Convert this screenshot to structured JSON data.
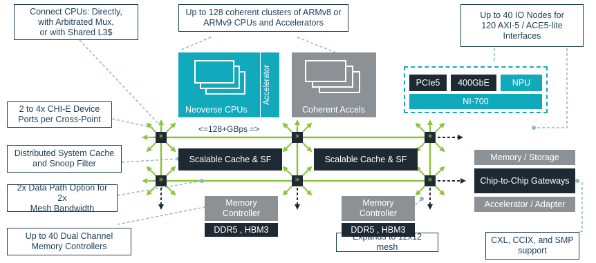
{
  "callouts": {
    "connect_cpus": "Connect CPUs: Directly,\nwith Arbitrated Mux,\nor with Shared L3$",
    "clusters": "Up to 128 coherent clusters of ARMv8 or\nARMv9 CPUs and Accelerators",
    "io_nodes": "Up to 40 IO Nodes for\n120 AXI-5 / ACE5-lite\nInterfaces",
    "chi_ports": "2 to 4x CHI-E Device\nPorts per Cross-Point",
    "system_cache": "Distributed System Cache\nand Snoop Filter",
    "data_path": "2x Data Path Option for 2x\nMesh Bandwidth",
    "memory_controllers": "Up to 40 Dual Channel\nMemory Controllers",
    "expands": "Expands to 12x12 mesh",
    "cxl": "CXL, CCIX, and SMP\nsupport"
  },
  "blocks": {
    "neoverse": "Neoverse CPUs",
    "accelerator": "Accelerator",
    "coherent_accels": "Coherent Accels",
    "pcie": "PCIe5",
    "gbe": "400GbE",
    "npu": "NPU",
    "ni": "NI-700",
    "cache_left": "Scalable Cache & SF",
    "cache_right": "Scalable Cache & SF",
    "bandwidth": "<=128+GBps =>",
    "mem_ctrl_left": "Memory\nController",
    "ddr_left": "DDR5 , HBM3",
    "mem_ctrl_right": "Memory\nController",
    "ddr_right": "DDR5 , HBM3",
    "memory_storage": "Memory / Storage",
    "chip_gateways": "Chip-to-Chip Gateways",
    "accel_adapter": "Accelerator / Adapter"
  },
  "colors": {
    "mesh_green": "#8cc43f",
    "teal": "#11a9bc",
    "dark": "#1e2a33",
    "gray": "#8c9196",
    "callout_border": "#1d3d55",
    "dashed_link": "#8fb8bf"
  }
}
